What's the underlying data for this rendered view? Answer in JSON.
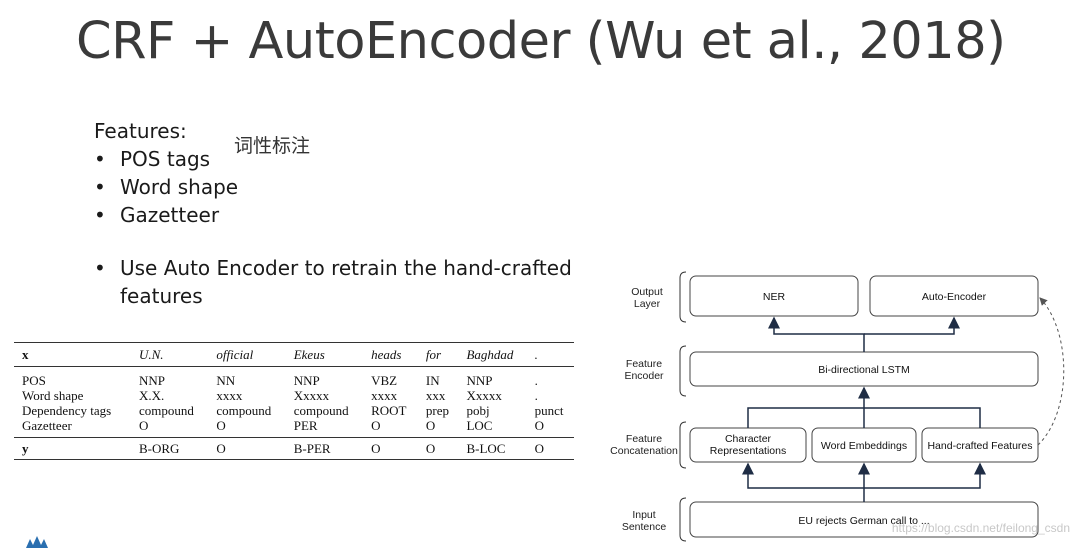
{
  "slide": {
    "title": "CRF + AutoEncoder (Wu et al., 2018)",
    "features_header": "Features:",
    "features": [
      "POS tags",
      "Word shape",
      "Gazetteer"
    ],
    "chinese_note": "词性标注",
    "bullet": "Use Auto Encoder to retrain the hand-crafted features"
  },
  "table": {
    "header": [
      "x",
      "U.N.",
      "official",
      "Ekeus",
      "heads",
      "for",
      "Baghdad",
      "."
    ],
    "rows": [
      [
        "POS",
        "NNP",
        "NN",
        "NNP",
        "VBZ",
        "IN",
        "NNP",
        "."
      ],
      [
        "Word shape",
        "X.X.",
        "xxxx",
        "Xxxxx",
        "xxxx",
        "xxx",
        "Xxxxx",
        "."
      ],
      [
        "Dependency tags",
        "compound",
        "compound",
        "compound",
        "ROOT",
        "prep",
        "pobj",
        "punct"
      ],
      [
        "Gazetteer",
        "O",
        "O",
        "PER",
        "O",
        "O",
        "LOC",
        "O"
      ]
    ],
    "label_row": [
      "y",
      "B-ORG",
      "O",
      "B-PER",
      "O",
      "O",
      "B-LOC",
      "O"
    ]
  },
  "diagram": {
    "layer_output": [
      "Output",
      "Layer"
    ],
    "layer_encoder": [
      "Feature",
      "Encoder"
    ],
    "layer_concat": [
      "Feature",
      "Concatenation"
    ],
    "layer_input": [
      "Input",
      "Sentence"
    ],
    "ner": "NER",
    "autoencoder": "Auto-Encoder",
    "lstm": "Bi-directional LSTM",
    "char_rep": [
      "Character",
      "Representations"
    ],
    "word_emb": "Word Embeddings",
    "handcrafted": "Hand-crafted Features",
    "sentence": "EU rejects German call to ...",
    "watermark": "https://blog.csdn.net/feilong_csdn"
  }
}
